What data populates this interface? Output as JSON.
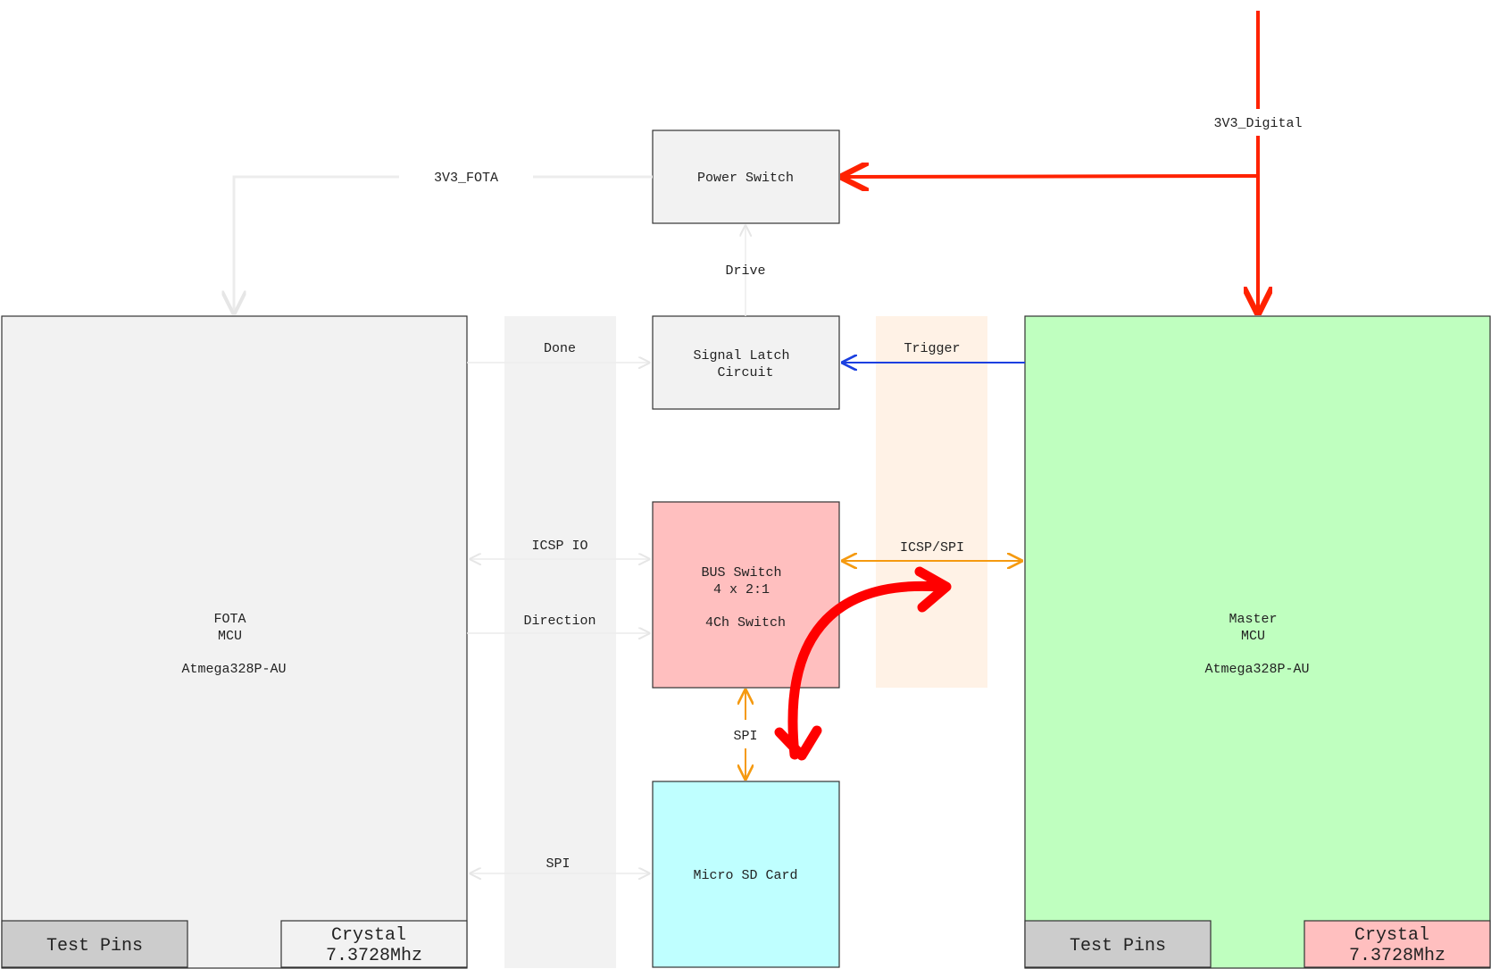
{
  "blocks": {
    "fota_mcu": [
      "FOTA",
      "MCU",
      "",
      "Atmega328P-AU"
    ],
    "master_mcu": [
      "Master",
      "MCU",
      "",
      "Atmega328P-AU"
    ],
    "power_switch": "Power Switch",
    "signal_latch": [
      "Signal Latch",
      "Circuit"
    ],
    "bus_switch": [
      "BUS Switch",
      "4 x 2:1",
      "",
      "4Ch Switch"
    ],
    "micro_sd": "Micro SD Card",
    "fota_test_pins": "Test Pins",
    "fota_crystal": [
      "Crystal",
      "7.3728Mhz"
    ],
    "master_test_pins": "Test Pins",
    "master_crystal": [
      "Crystal",
      "7.3728Mhz"
    ]
  },
  "signals": {
    "v3_digital": "3V3_Digital",
    "v3_fota": "3V3_FOTA",
    "drive": "Drive",
    "done": "Done",
    "trigger": "Trigger",
    "icsp_io": "ICSP IO",
    "icsp_spi": "ICSP/SPI",
    "direction": "Direction",
    "spi_sd": "SPI",
    "spi_fota": "SPI"
  },
  "colors": {
    "power_line": "#ff2200",
    "highlight_arrow": "#ff0000",
    "trigger_line": "#1a3fe0",
    "bus_line": "#f59a10",
    "inactive_line": "#ececec",
    "master_fill": "#bfffbf",
    "bus_switch_fill": "#ffbfbf",
    "sd_fill": "#bfffff",
    "grey_fill": "#f2f2f2",
    "pins_fill": "#cccccc",
    "master_crystal_fill": "#ffbfbf"
  }
}
